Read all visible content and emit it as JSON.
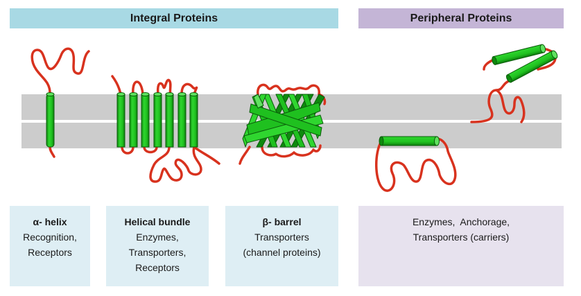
{
  "headers": {
    "integral": "Integral Proteins",
    "peripheral": "Peripheral Proteins"
  },
  "boxes": {
    "alpha": {
      "title": "α- helix",
      "lines": [
        "Recognition,",
        "Receptors"
      ]
    },
    "bundle": {
      "title": "Helical bundle",
      "lines": [
        "Enzymes,",
        "Transporters,",
        "Receptors"
      ]
    },
    "barrel": {
      "title": "β- barrel",
      "lines": [
        "Transporters",
        "(channel proteins)"
      ]
    },
    "peripheral": {
      "lines": [
        "Enzymes,  Anchorage,",
        "Transporters (carriers)"
      ]
    }
  },
  "colors": {
    "integral_header": "#a8d9e4",
    "peripheral_header": "#c4b5d6",
    "integral_box": "#deeef4",
    "peripheral_box": "#e7e2ee",
    "membrane": "#cccccc",
    "helix": "#1fc01f",
    "loop": "#d8321e"
  }
}
